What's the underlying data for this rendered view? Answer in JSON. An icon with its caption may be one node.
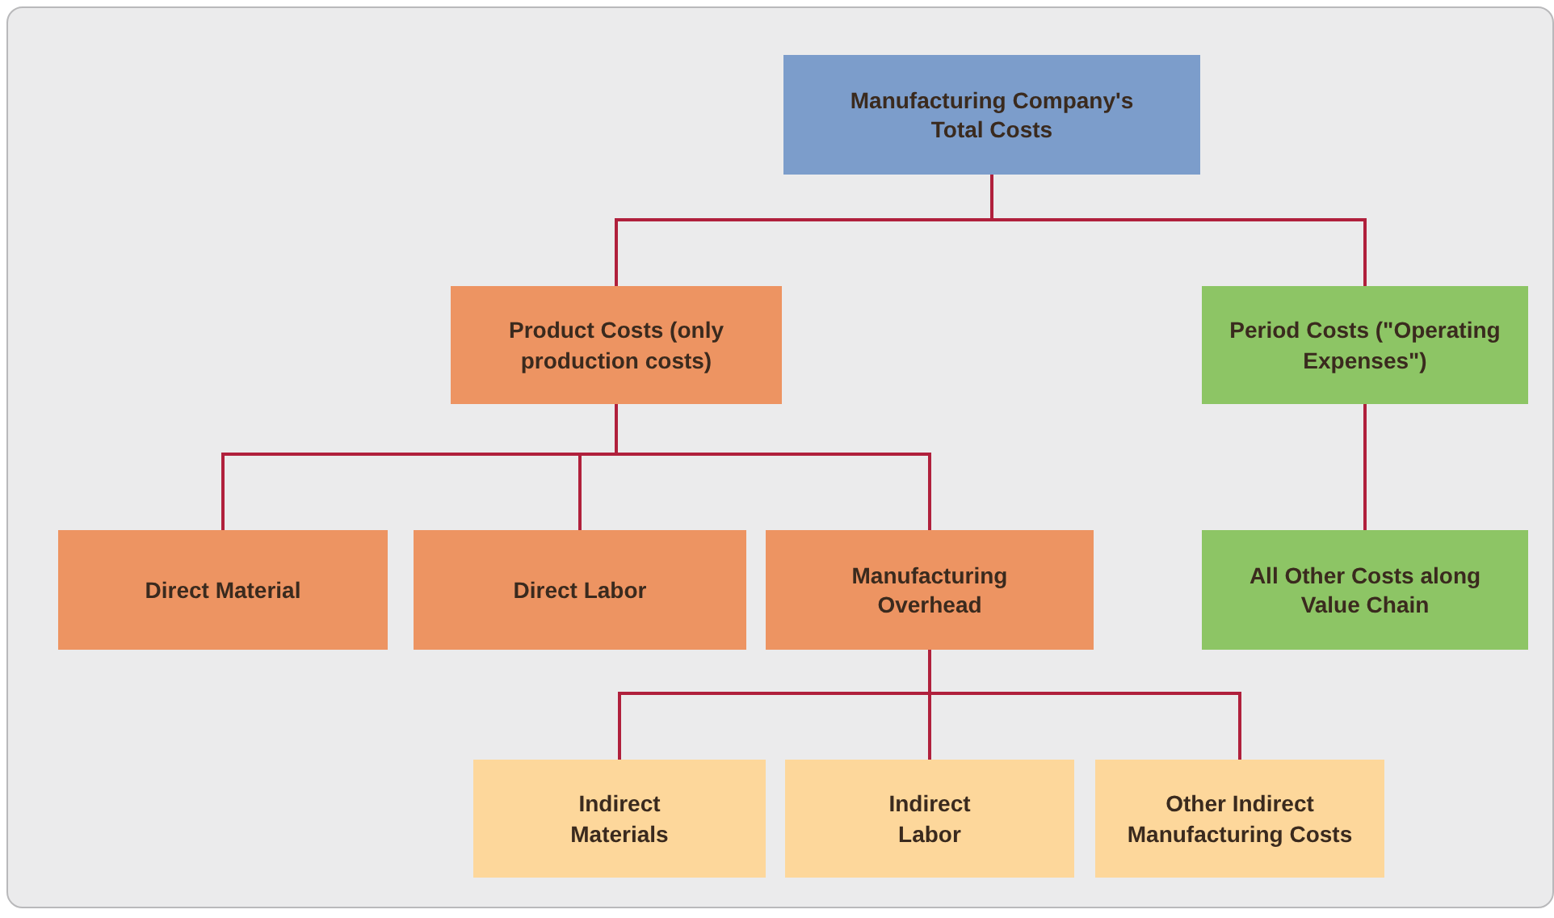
{
  "diagram": {
    "nodes": [
      {
        "text": [
          "Manufacturing Company's Total Costs"
        ]
      },
      {
        "text": [
          "Product Costs (only production costs)"
        ]
      },
      {
        "text": [
          "Period Costs (\"Operating Expenses\")"
        ]
      },
      {
        "text": [
          "Direct Material"
        ]
      },
      {
        "text": [
          "Direct Labor"
        ]
      },
      {
        "text": [
          "Manufacturing Overhead"
        ]
      },
      {
        "text": [
          "All Other Costs along Value Chain"
        ]
      },
      {
        "text": [
          "Indirect Materials"
        ]
      },
      {
        "text": [
          "Indirect Labor"
        ]
      },
      {
        "text": [
          "Other Indirect Manufacturing Costs"
        ]
      }
    ],
    "edges": [
      {
        "from": 0,
        "to": 1,
        "arrow": "none"
      },
      {
        "from": 0,
        "to": 2,
        "arrow": "none"
      },
      {
        "from": 1,
        "to": 3,
        "arrow": "none"
      },
      {
        "from": 1,
        "to": 4,
        "arrow": "none"
      },
      {
        "from": 1,
        "to": 5,
        "arrow": "none"
      },
      {
        "from": 2,
        "to": 6,
        "arrow": "none"
      },
      {
        "from": 5,
        "to": 7,
        "arrow": "none"
      },
      {
        "from": 5,
        "to": 8,
        "arrow": "none"
      },
      {
        "from": 5,
        "to": 9,
        "arrow": "none"
      }
    ]
  }
}
